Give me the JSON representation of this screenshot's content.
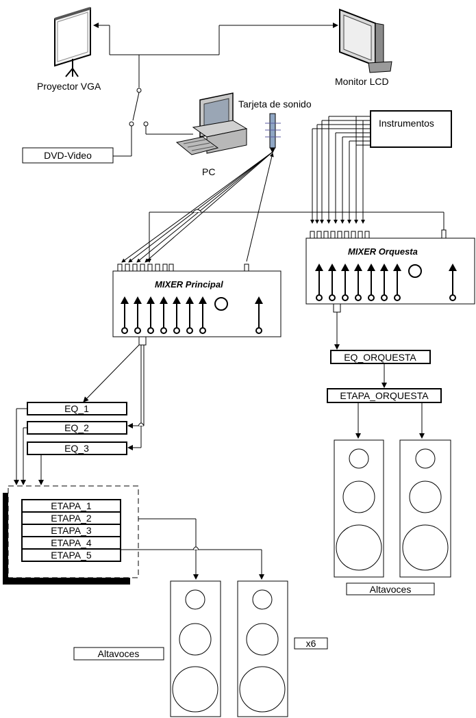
{
  "devices": {
    "projector": "Proyector VGA",
    "monitor": "Monitor LCD",
    "sound_card": "Tarjeta de sonido",
    "pc": "PC",
    "dvd": "DVD-Video",
    "instruments": "Instrumentos"
  },
  "mixers": {
    "main": "MIXER Principal",
    "orchestra": "MIXER Orquesta"
  },
  "equalizers": {
    "eq1": "EQ_1",
    "eq2": "EQ_2",
    "eq3": "EQ_3",
    "eq_orchestra": "EQ_ORQUESTA"
  },
  "stages": {
    "list": [
      "ETAPA_1",
      "ETAPA_2",
      "ETAPA_3",
      "ETAPA_4",
      "ETAPA_5"
    ],
    "orchestra": "ETAPA_ORQUESTA"
  },
  "speakers": {
    "left_label": "Altavoces",
    "right_label": "Altavoces",
    "multiplier": "x6"
  }
}
